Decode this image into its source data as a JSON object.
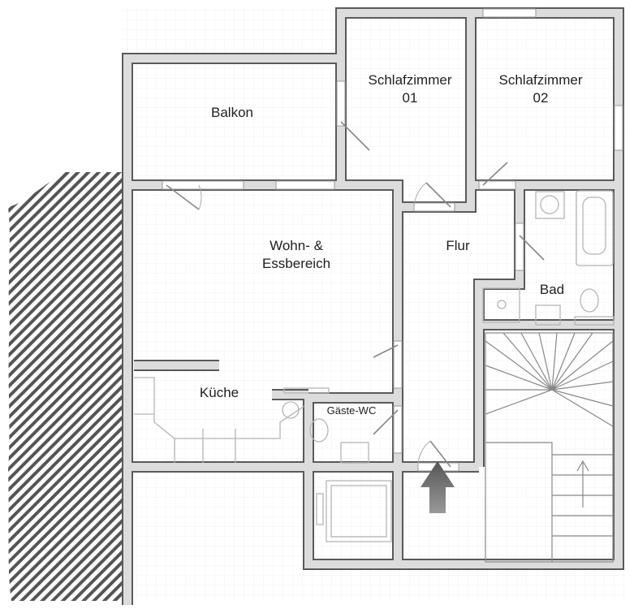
{
  "rooms": {
    "balkon": "Balkon",
    "schlafzimmer01_line1": "Schlafzimmer",
    "schlafzimmer01_line2": "01",
    "schlafzimmer02_line1": "Schlafzimmer",
    "schlafzimmer02_line2": "02",
    "wohn_line1": "Wohn- &",
    "wohn_line2": "Essbereich",
    "flur": "Flur",
    "bad": "Bad",
    "kueche": "Küche",
    "gaeste_wc": "Gäste-WC"
  },
  "colors": {
    "wall_fill": "#dcdcdc",
    "wall_edge": "#5a5a5a",
    "entrance_arrow": "#777777",
    "hatch": "#555555"
  }
}
